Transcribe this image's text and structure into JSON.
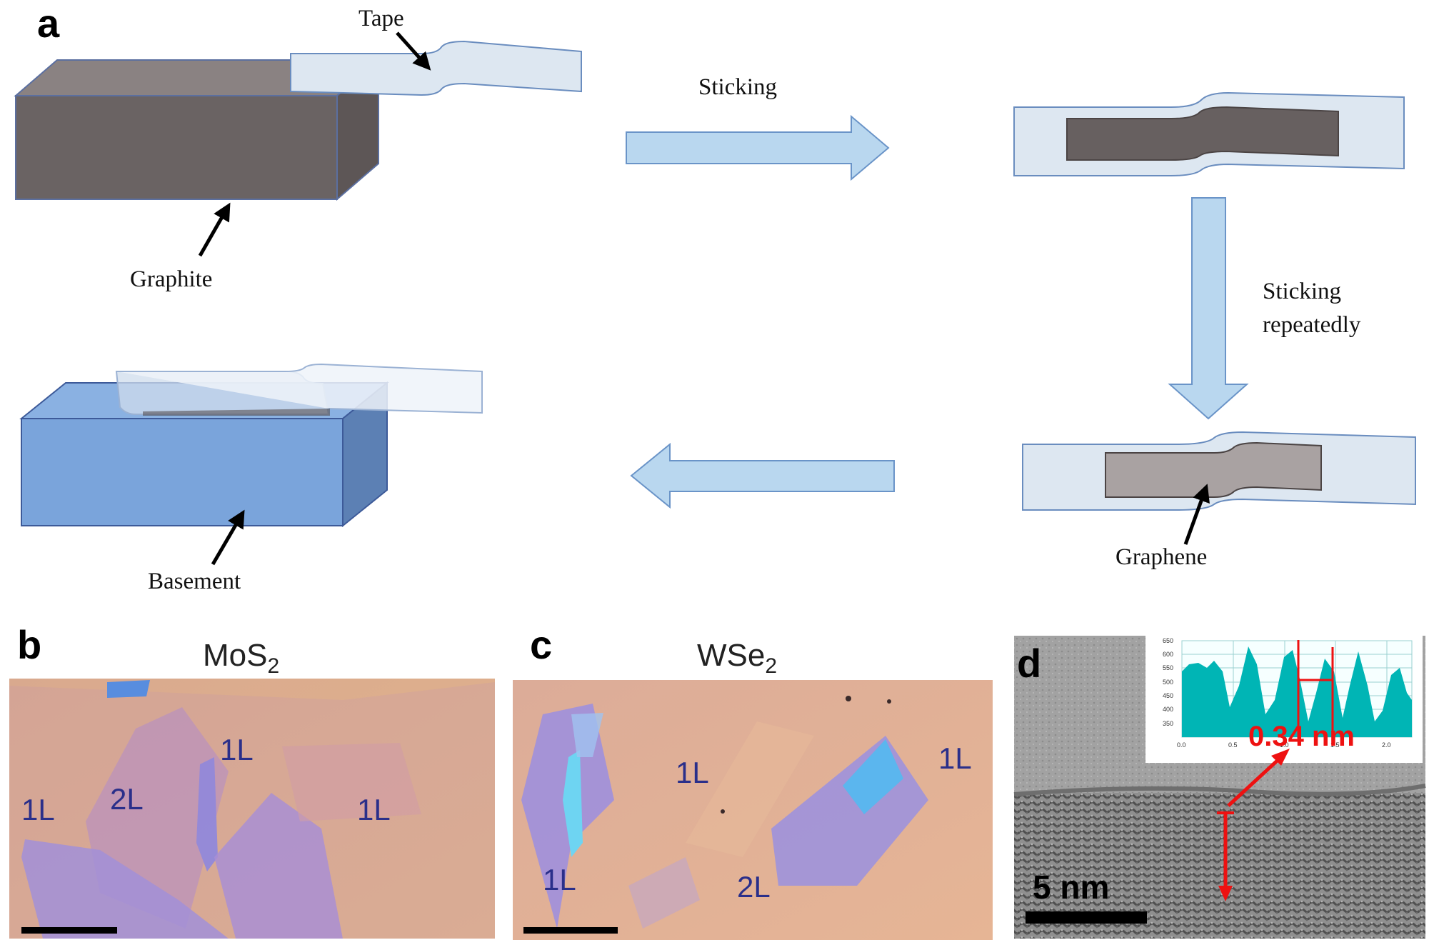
{
  "panel_a": {
    "letter": "a",
    "labels": {
      "tape": "Tape",
      "graphite": "Graphite",
      "sticking": "Sticking",
      "sticking_repeatedly_1": "Sticking",
      "sticking_repeatedly_2": "repeatedly",
      "basement": "Basement",
      "graphene": "Graphene"
    }
  },
  "panel_b": {
    "letter": "b",
    "title_base": "MoS",
    "title_sub": "2",
    "layers": [
      "1L",
      "2L",
      "1L",
      "1L"
    ]
  },
  "panel_c": {
    "letter": "c",
    "title_base": "WSe",
    "title_sub": "2",
    "layers": [
      "1L",
      "1L",
      "1L",
      "2L"
    ]
  },
  "panel_d": {
    "letter": "d",
    "scalebar": "5 nm",
    "spacing": "0.34 nm",
    "inset_y_ticks": [
      "650",
      "600",
      "550",
      "500",
      "450",
      "400",
      "350"
    ],
    "inset_x_ticks": [
      "0.0",
      "0.5",
      "1.0",
      "1.5",
      "2.0"
    ]
  },
  "colors": {
    "graphite": "#676060",
    "tape": "#dde7f1",
    "arrow_fill": "#b9d7ef",
    "basement": "#7aa4db",
    "label_blue": "#2a2f8a",
    "red": "#ee1111",
    "cyan": "#00b5b5"
  }
}
